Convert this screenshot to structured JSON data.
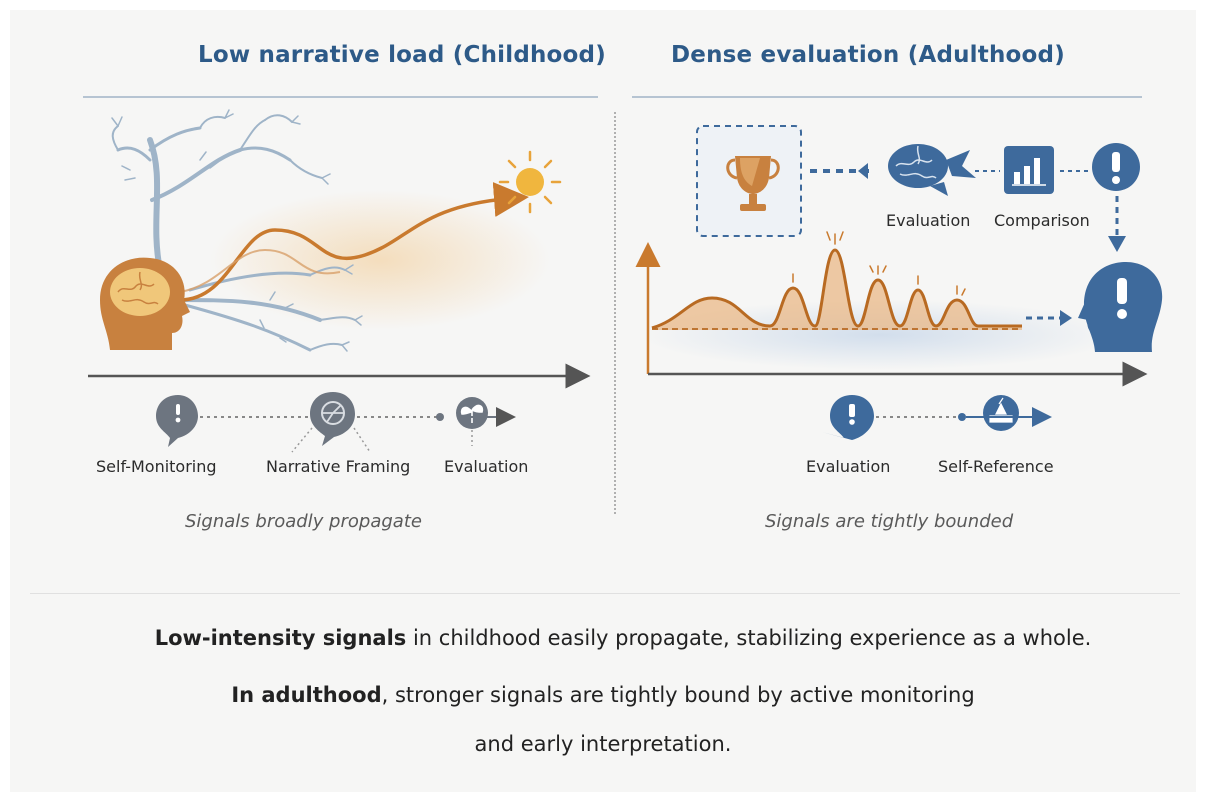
{
  "left_panel": {
    "title_main": "Low narrative load",
    "title_paren": "(Childhood)",
    "steps": [
      "Self-Monitoring",
      "Narrative Framing",
      "Evaluation"
    ],
    "caption": "Signals broadly propagate"
  },
  "right_panel": {
    "title_main": "Dense evaluation",
    "title_paren": "(Adulthood)",
    "top_labels": [
      "Evaluation",
      "Comparison"
    ],
    "steps": [
      "Evaluation",
      "Self-Reference"
    ],
    "caption": "Signals are tightly bounded"
  },
  "summary": {
    "line1_bold": "Low-intensity signals",
    "line1_rest": " in childhood easily propagate, stabilizing experience as a whole.",
    "line2_bold": "In adulthood",
    "line2_rest": ", stronger signals are tightly bound by active monitoring",
    "line3": "and early interpretation."
  },
  "colors": {
    "title": "#2d5a88",
    "orange": "#c97a2e",
    "blue_icon": "#3e6a9c",
    "grey_icon": "#6d7580"
  },
  "icons": [
    "brain-head-icon",
    "tree-network-icon",
    "sun-icon",
    "trophy-icon",
    "brain-icon",
    "bar-chart-icon",
    "exclamation-icon",
    "head-exclamation-icon",
    "pin-icon",
    "compass-pin-icon",
    "sprout-icon",
    "self-reference-icon"
  ]
}
